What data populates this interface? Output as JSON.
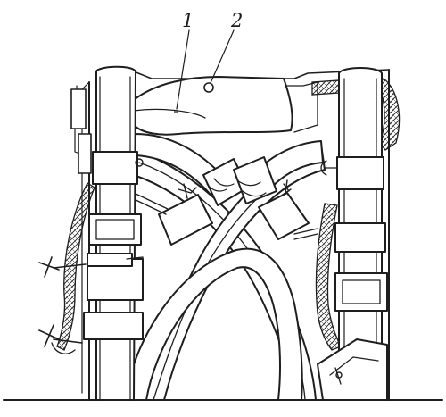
{
  "figure": {
    "callouts": [
      {
        "id": "1",
        "label": "1"
      },
      {
        "id": "2",
        "label": "2"
      }
    ]
  },
  "colors": {
    "ink": "#1e1e1e",
    "background": "#ffffff"
  }
}
